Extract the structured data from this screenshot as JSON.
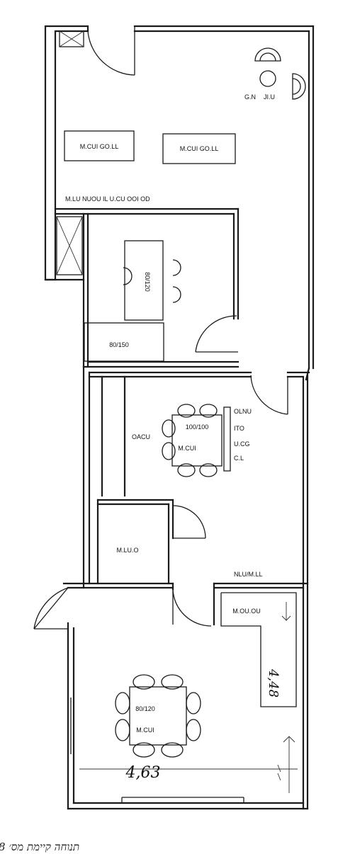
{
  "labels": {
    "chairs_top": "G.N",
    "chairs_top2": "JI.U",
    "desk_1": "M.CUI GO.LL",
    "desk_2": "M.CUI GO.LL",
    "corridor_note": "M.LU NUOU IL U.CU OOI OD",
    "table_v": "80/120",
    "cabinet": "80/150",
    "meeting_table": "100/100",
    "meeting_sub": "M.CUI",
    "side_1": "OLNU",
    "side_2": "ITO",
    "side_3": "U.CG",
    "side_4": "C.L",
    "room_label": "OACU",
    "small_room": "M.LU.O",
    "counter_note": "NLU/M.LL",
    "counter_label": "M.OU.OU",
    "dim_right": "4,48",
    "table_bottom": "80/120",
    "table_bottom_sub": "M.CUI",
    "dim_bottom": "4,63",
    "caption": "תנוחה  קיימת   מס׳ 8"
  }
}
